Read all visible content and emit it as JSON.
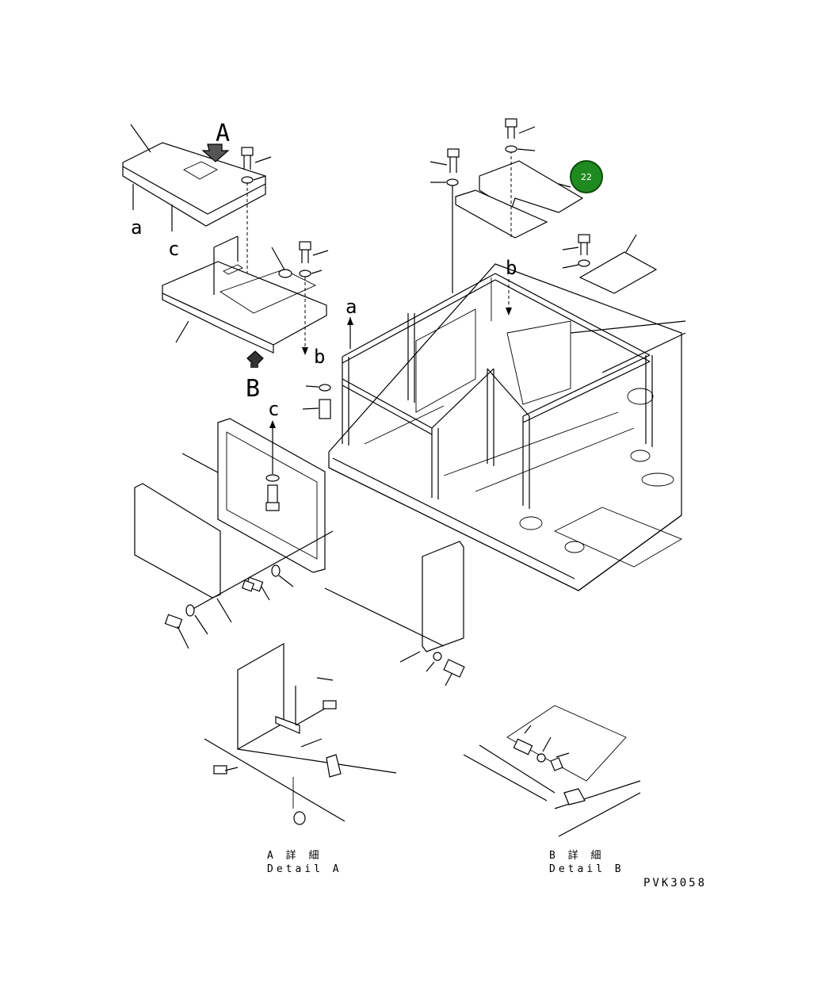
{
  "callout": {
    "number": "22",
    "color": "#1f8a1f"
  },
  "view_labels": {
    "a_top": "a",
    "c_top": "c",
    "A_arrow": "A",
    "B_arrow": "B",
    "b_mid": "b",
    "a_mid": "a",
    "b_right": "b",
    "c_mid": "c"
  },
  "details": {
    "a_title": "A 詳 細",
    "a_subtitle": "Detail A",
    "b_title": "B 詳 細",
    "b_subtitle": "Detail B"
  },
  "drawing_code": "PVK3058"
}
